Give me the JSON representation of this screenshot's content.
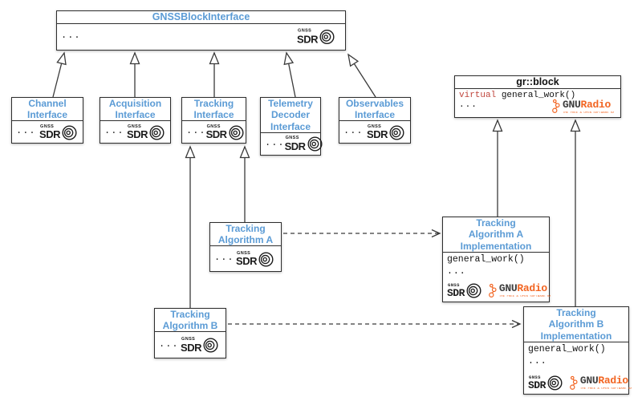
{
  "colors": {
    "title_blue": "#5B9BD5",
    "virtual_red": "#C0453C",
    "gnuradio_orange": "#F26522",
    "line_dark": "#3a3a3a"
  },
  "root_box": {
    "title": "GNSSBlockInterface",
    "ellipsis": "..."
  },
  "interfaces": [
    {
      "title": "Channel\nInterface",
      "ellipsis": "..."
    },
    {
      "title": "Acquisition\nInterface",
      "ellipsis": "..."
    },
    {
      "title": "Tracking\nInterface",
      "ellipsis": "..."
    },
    {
      "title": "Telemetry\nDecoder\nInterface",
      "ellipsis": "..."
    },
    {
      "title": "Observables\nInterface",
      "ellipsis": "..."
    }
  ],
  "gr_block": {
    "title": "gr::block",
    "virtual_keyword": "virtual",
    "method": " general_work()",
    "ellipsis": "..."
  },
  "algorithm_a": {
    "title": "Tracking\nAlgorithm A",
    "ellipsis": "..."
  },
  "algorithm_b": {
    "title": "Tracking\nAlgorithm B",
    "ellipsis": "..."
  },
  "implementation_a": {
    "title": "Tracking\nAlgorithm A\nImplementation",
    "method": "general_work()",
    "ellipsis": "..."
  },
  "implementation_b": {
    "title": "Tracking\nAlgorithm B\nImplementation",
    "method": "general_work()",
    "ellipsis": "..."
  },
  "gnss_sdr_logo": {
    "top": "GNSS",
    "name": "SDR"
  },
  "gnuradio_logo": {
    "gnu": "GNU",
    "radio": "Radio",
    "tagline": "THE FREE & OPEN SOFTWARE RADIO ECOSYSTEM"
  }
}
